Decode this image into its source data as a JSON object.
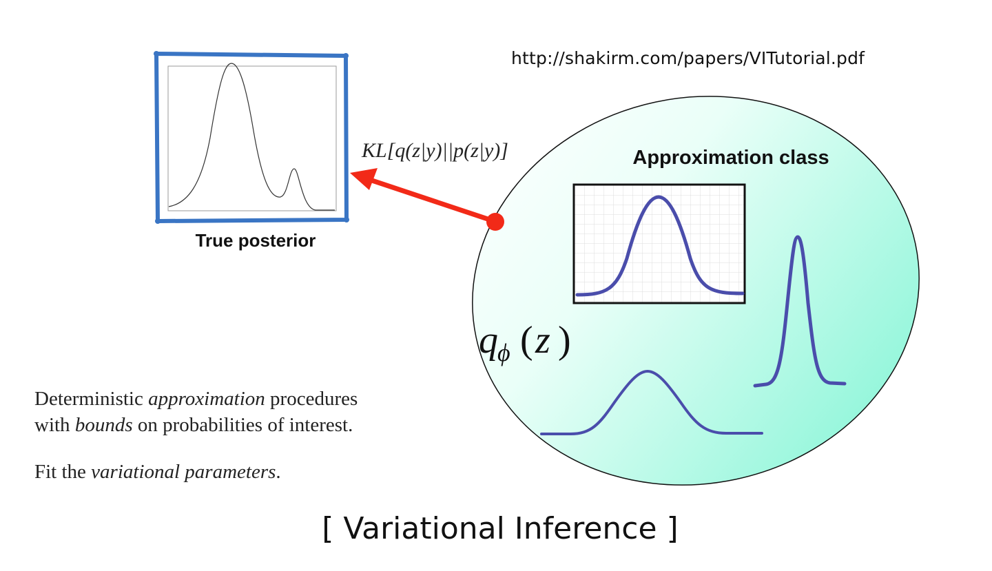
{
  "url": "http://shakirm.com/papers/VITutorial.pdf",
  "title": "[ Variational Inference ]",
  "true_posterior": {
    "label": "True posterior"
  },
  "kl_label": "KL[q(z|y)||p(z|y)]",
  "approximation": {
    "label": "Approximation class",
    "q_label": "qϕ(z)"
  },
  "description": {
    "line1": {
      "a": "Deterministic ",
      "b": "approximation",
      "c": " procedures"
    },
    "line2": {
      "a": "with ",
      "b": "bounds",
      "c": " on probabilities of interest."
    },
    "line3": {
      "a": "Fit the ",
      "b": "variational parameters",
      "c": "."
    }
  },
  "colors": {
    "posterior_frame": "#3a75c4",
    "arrow": "#f22a18",
    "curve": "#4a4dab",
    "ellipse_light": "#eafff8",
    "ellipse_dark": "#7ff4d4"
  }
}
